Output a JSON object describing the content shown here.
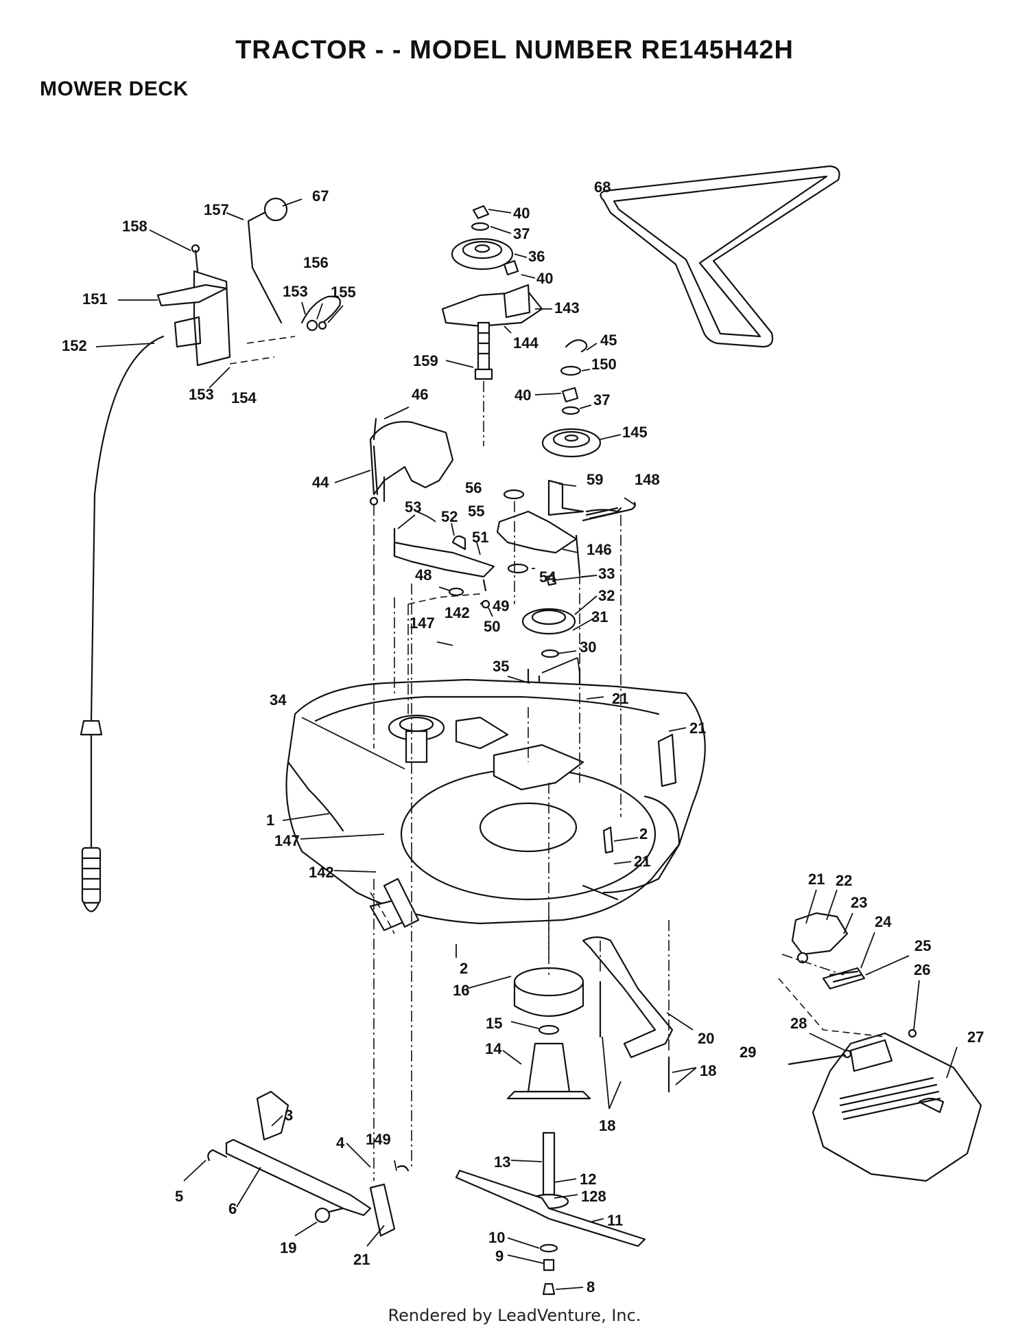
{
  "header": {
    "title": "TRACTOR - - MODEL NUMBER RE145H42H",
    "subtitle": "MOWER DECK"
  },
  "footer": {
    "text": "Rendered by LeadVenture, Inc."
  },
  "parts": {
    "p1": "1",
    "p2a": "2",
    "p2b": "2",
    "p3": "3",
    "p4": "4",
    "p5": "5",
    "p6": "6",
    "p8": "8",
    "p9": "9",
    "p10": "10",
    "p11": "11",
    "p12": "12",
    "p13": "13",
    "p14": "14",
    "p15": "15",
    "p16": "16",
    "p18a": "18",
    "p18b": "18",
    "p19": "19",
    "p20": "20",
    "p21a": "21",
    "p21b": "21",
    "p21c": "21",
    "p21d": "21",
    "p21e": "21",
    "p22": "22",
    "p23": "23",
    "p24": "24",
    "p25": "25",
    "p26": "26",
    "p27": "27",
    "p28": "28",
    "p29": "29",
    "p30": "30",
    "p31": "31",
    "p32": "32",
    "p33": "33",
    "p34": "34",
    "p35": "35",
    "p36": "36",
    "p37a": "37",
    "p37b": "37",
    "p40a": "40",
    "p40b": "40",
    "p40c": "40",
    "p44": "44",
    "p45": "45",
    "p46": "46",
    "p48": "48",
    "p49": "49",
    "p50": "50",
    "p51": "51",
    "p52": "52",
    "p53": "53",
    "p54": "54",
    "p55": "55",
    "p56": "56",
    "p59": "59",
    "p67": "67",
    "p68": "68",
    "p128": "128",
    "p142a": "142",
    "p142b": "142",
    "p143": "143",
    "p144": "144",
    "p145": "145",
    "p146": "146",
    "p147a": "147",
    "p147b": "147",
    "p148": "148",
    "p149": "149",
    "p150": "150",
    "p151": "151",
    "p152": "152",
    "p153a": "153",
    "p153b": "153",
    "p154": "154",
    "p155": "155",
    "p156": "156",
    "p157": "157",
    "p158": "158",
    "p159": "159"
  }
}
